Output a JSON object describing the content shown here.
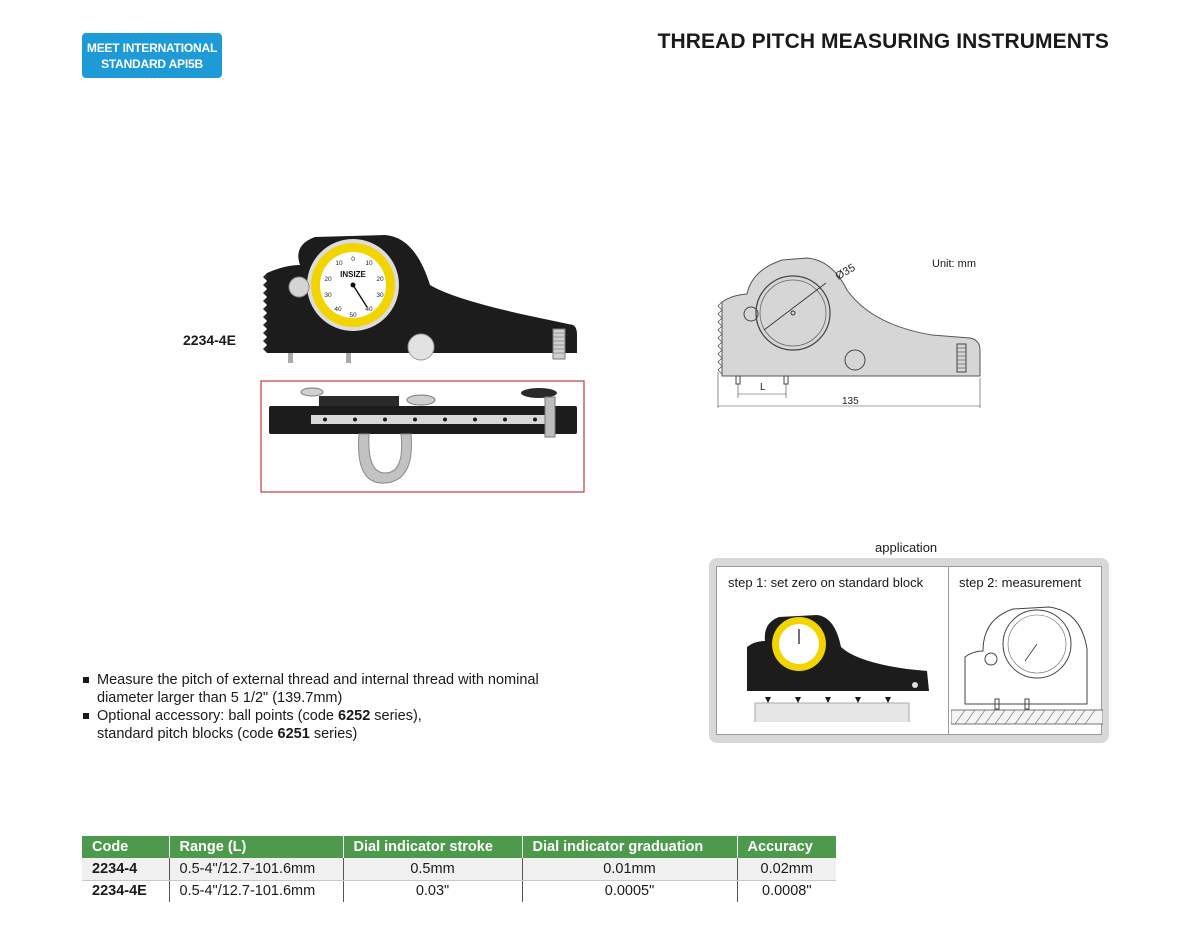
{
  "badge": {
    "line1": "MEET INTERNATIONAL",
    "line2": "STANDARD API5B"
  },
  "page_title": "THREAD PITCH MEASURING INSTRUMENTS",
  "product_label": "2234-4E",
  "gauge_brand": "INSIZE",
  "dial_numbers": [
    "0",
    "10",
    "10",
    "20",
    "20",
    "30",
    "30",
    "40",
    "40",
    "50"
  ],
  "diagram": {
    "unit": "Unit: mm",
    "diameter": "Ø35",
    "length_label": "L",
    "width_label": "135"
  },
  "application": {
    "title": "application",
    "step1": "step 1: set zero on standard block",
    "step2": "step 2: measurement"
  },
  "bullets": {
    "b1_line1": "Measure the pitch of external thread and internal thread with nominal",
    "b1_line2": "diameter larger than 5 1/2\" (139.7mm)",
    "b2_pre": "Optional accessory: ball points (code ",
    "b2_code1": "6252",
    "b2_post": " series),",
    "b2_line2_pre": "standard pitch blocks (code ",
    "b2_code2": "6251",
    "b2_line2_post": " series)"
  },
  "table": {
    "headers": [
      "Code",
      "Range (L)",
      "Dial indicator stroke",
      "Dial indicator graduation",
      "Accuracy"
    ],
    "rows": [
      [
        "2234-4",
        "0.5-4\"/12.7-101.6mm",
        "0.5mm",
        "0.01mm",
        "0.02mm"
      ],
      [
        "2234-4E",
        "0.5-4\"/12.7-101.6mm",
        "0.03\"",
        "0.0005\"",
        "0.0008\""
      ]
    ]
  },
  "colors": {
    "badge": "#1e9ad6",
    "table_header": "#4e9a4c",
    "dial_face": "#f2d400",
    "outline_red": "#c43a3a"
  }
}
